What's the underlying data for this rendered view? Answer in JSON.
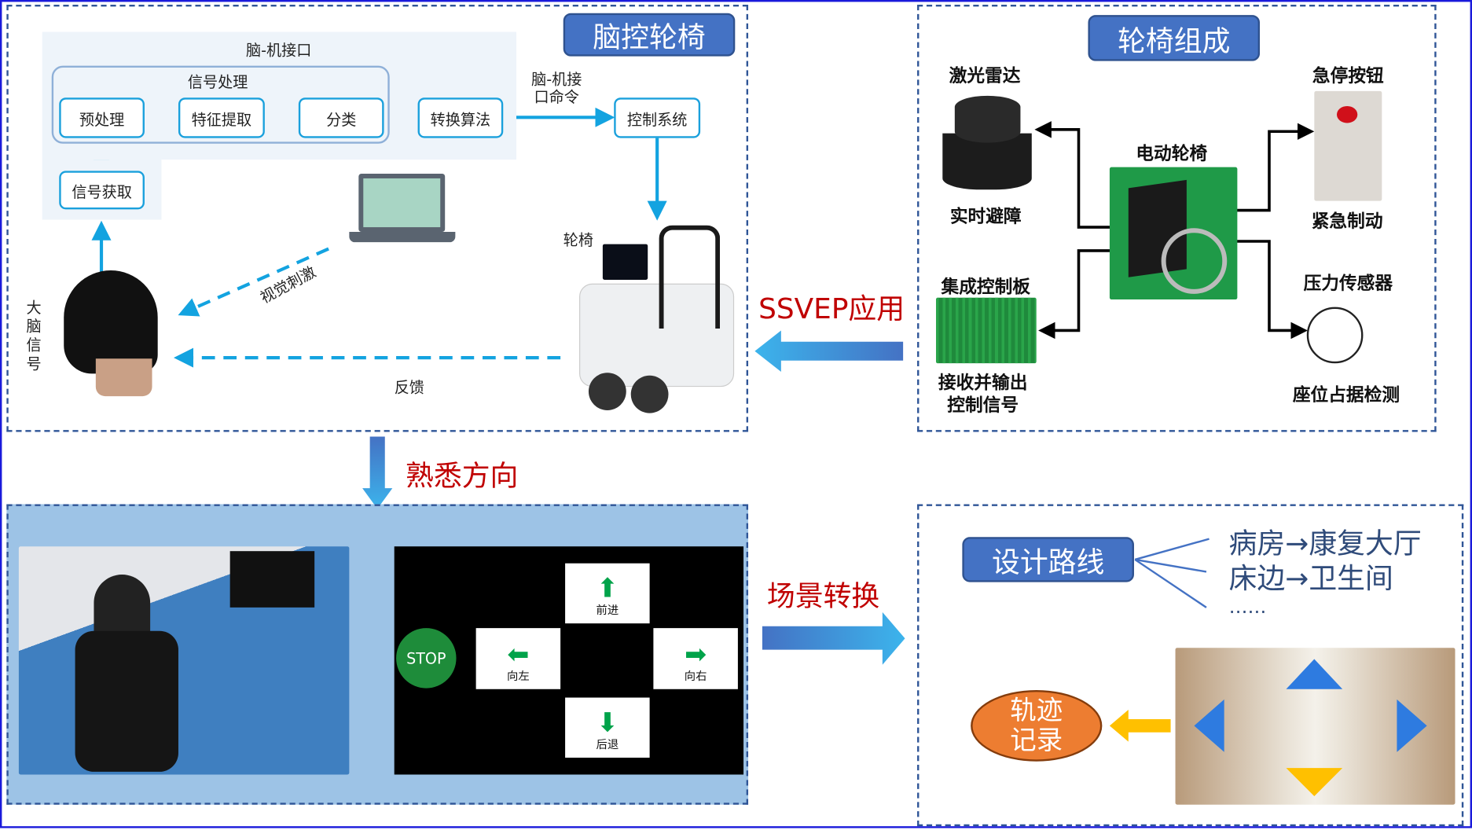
{
  "colors": {
    "accent_blue": "#4472c4",
    "flow_cyan": "#13a3e0",
    "red_label": "#c00000",
    "panel_blue": "#9dc3e6",
    "stop_green": "#1e8c3a",
    "orange": "#ed7d31",
    "yellow": "#ffc000"
  },
  "brain_control": {
    "title": "脑控轮椅",
    "bci_label": "脑-机接口",
    "signal_processing_label": "信号处理",
    "steps": [
      "预处理",
      "特征提取",
      "分类"
    ],
    "conversion": "转换算法",
    "acquisition": "信号获取",
    "command_label_line1": "脑-机接",
    "command_label_line2": "口命令",
    "control_system": "控制系统",
    "wheelchair_label": "轮椅",
    "brain_signal_label": "大脑信号",
    "visual_stimulus": "视觉刺激",
    "feedback": "反馈"
  },
  "ssvep_label": "SSVEP应用",
  "composition": {
    "title": "轮椅组成",
    "lidar": "激光雷达",
    "lidar_func": "实时避障",
    "board": "集成控制板",
    "board_func_line1": "接收并输出",
    "board_func_line2": "控制信号",
    "wheelchair": "电动轮椅",
    "estop": "急停按钮",
    "estop_func": "紧急制动",
    "pressure": "压力传感器",
    "pressure_func": "座位占据检测"
  },
  "familiarize_label": "熟悉方向",
  "stimulus_screen": {
    "stop": "STOP",
    "forward": "前进",
    "left": "向左",
    "right": "向右",
    "back": "后退"
  },
  "scene_switch_label": "场景转换",
  "route": {
    "title": "设计路线",
    "routes": [
      "病房→康复大厅",
      "床边→卫生间",
      "……"
    ],
    "track": "轨迹记录"
  }
}
